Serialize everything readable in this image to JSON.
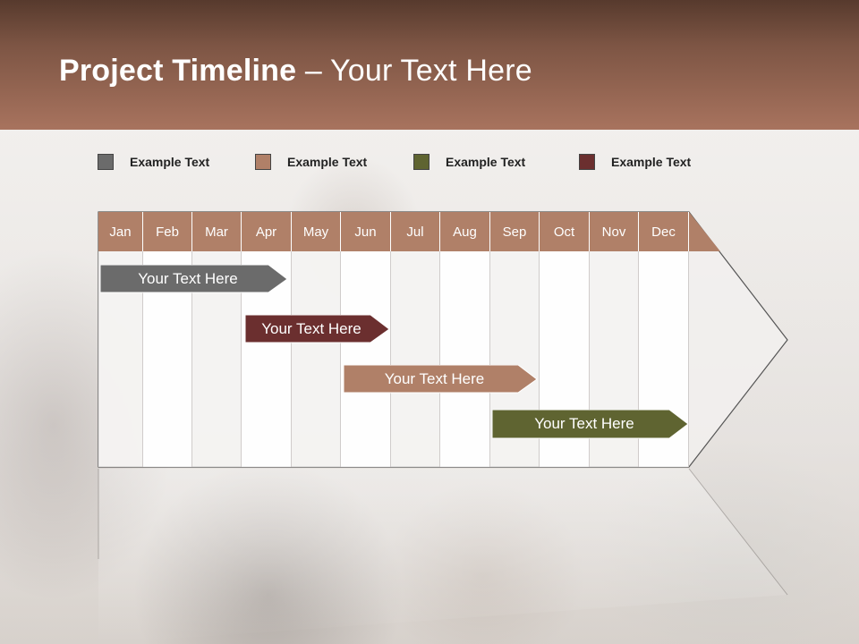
{
  "header": {
    "title_bold": "Project Timeline",
    "title_rest": " – Your Text Here"
  },
  "legend": [
    {
      "label": "Example Text",
      "color": "#6b6b6b"
    },
    {
      "label": "Example Text",
      "color": "#b08068"
    },
    {
      "label": "Example Text",
      "color": "#5f6431"
    },
    {
      "label": "Example Text",
      "color": "#6b2f2f"
    }
  ],
  "timeline": {
    "months": [
      "Jan",
      "Feb",
      "Mar",
      "Apr",
      "May",
      "Jun",
      "Jul",
      "Aug",
      "Sep",
      "Oct",
      "Nov",
      "Dec"
    ],
    "tasks": [
      {
        "label": "Your  Text Here",
        "color": "#6b6b6b"
      },
      {
        "label": "Your  Text Here",
        "color": "#6b2f2f"
      },
      {
        "label": "Your  Text Here",
        "color": "#b08068"
      },
      {
        "label": "Your  Text Here",
        "color": "#5f6431"
      }
    ]
  }
}
